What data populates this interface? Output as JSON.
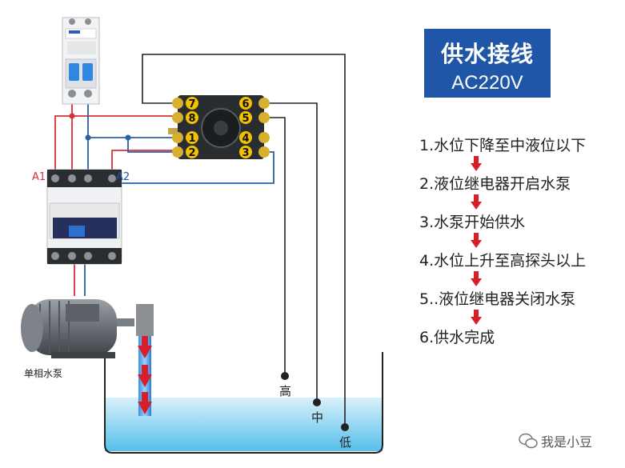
{
  "title": {
    "main": "供水接线",
    "sub": "AC220V"
  },
  "steps": [
    "1.水位下降至中液位以下",
    "2.液位继电器开启水泵",
    "3.水泵开始供水",
    "4.水位上升至高探头以上",
    "5..液位继电器关闭水泵",
    "6.供水完成"
  ],
  "relay_pins": [
    "7",
    "8",
    "1",
    "2",
    "6",
    "5",
    "4",
    "3"
  ],
  "contactor_labels": {
    "a1": "A1",
    "a2": "A2"
  },
  "pump_label": "单相水泵",
  "level_labels": {
    "high": "高",
    "mid": "中",
    "low": "低"
  },
  "watermark": "我是小豆",
  "colors": {
    "title_bg": "#1f56a8",
    "wire_red": "#d9303a",
    "wire_blue": "#2d5fa8",
    "water": "#6cc7ec",
    "arrow_red": "#d81e2a",
    "pin_yellow": "#f2c200"
  }
}
